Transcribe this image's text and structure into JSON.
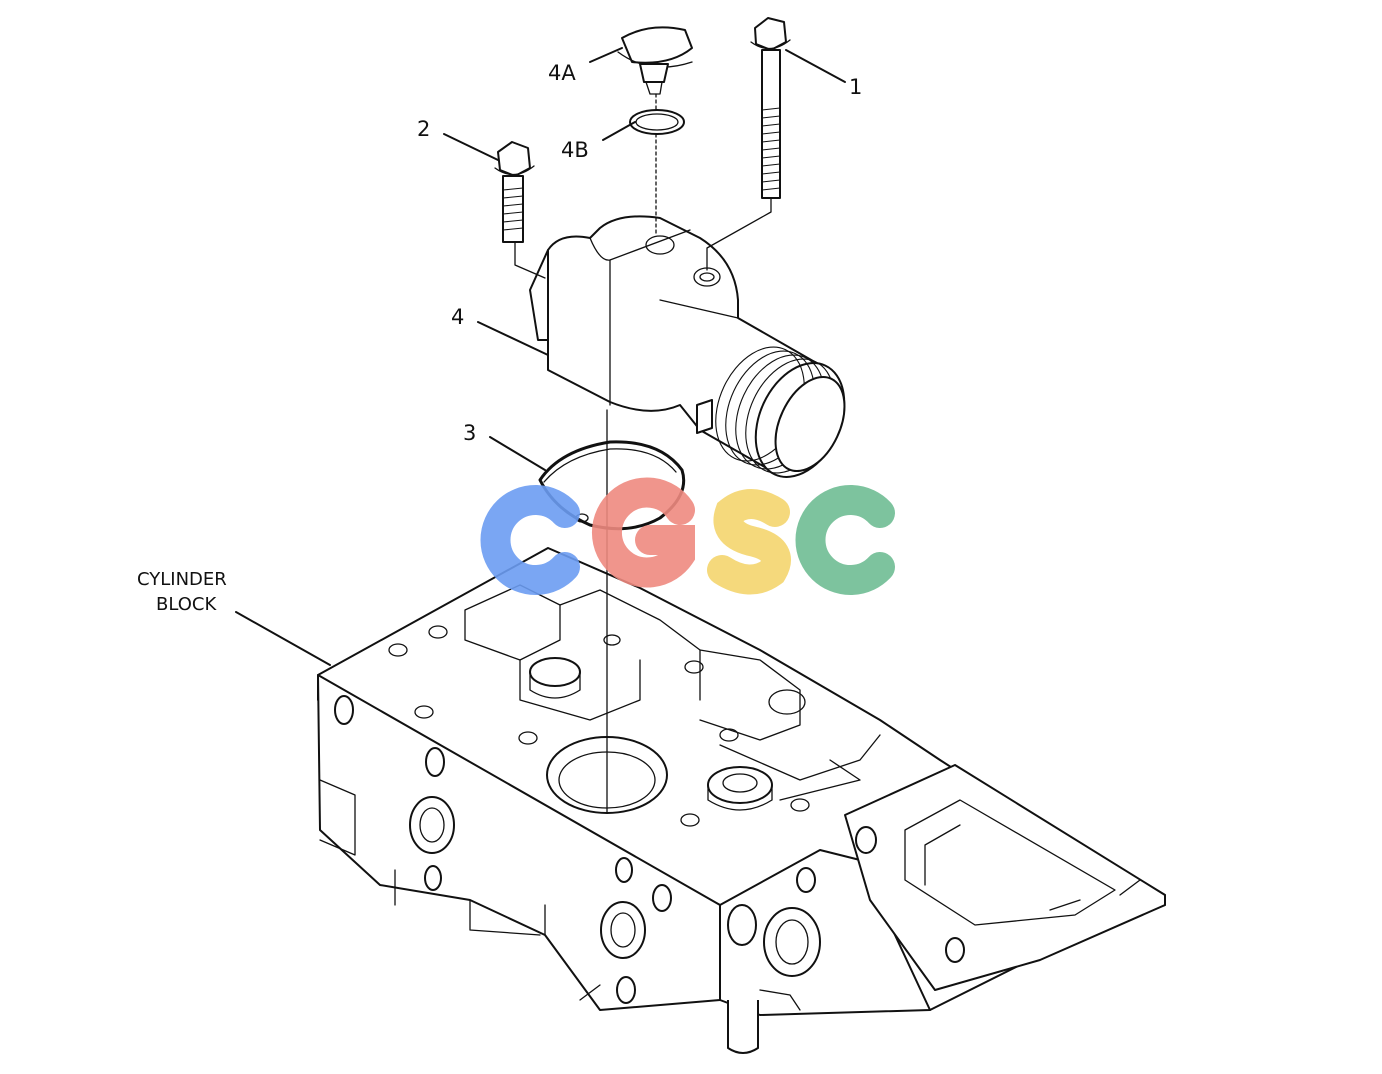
{
  "callouts": {
    "part_1": "1",
    "part_2": "2",
    "part_3": "3",
    "part_4": "4",
    "part_4a": "4A",
    "part_4b": "4B"
  },
  "cylinder_block_label": {
    "line1": "CYLINDER",
    "line2": "BLOCK"
  },
  "watermark": {
    "letters": [
      "C",
      "G",
      "S",
      "C"
    ],
    "colors": [
      "#6b9cf2",
      "#ee8a80",
      "#f4d56e",
      "#6fbd93"
    ]
  }
}
